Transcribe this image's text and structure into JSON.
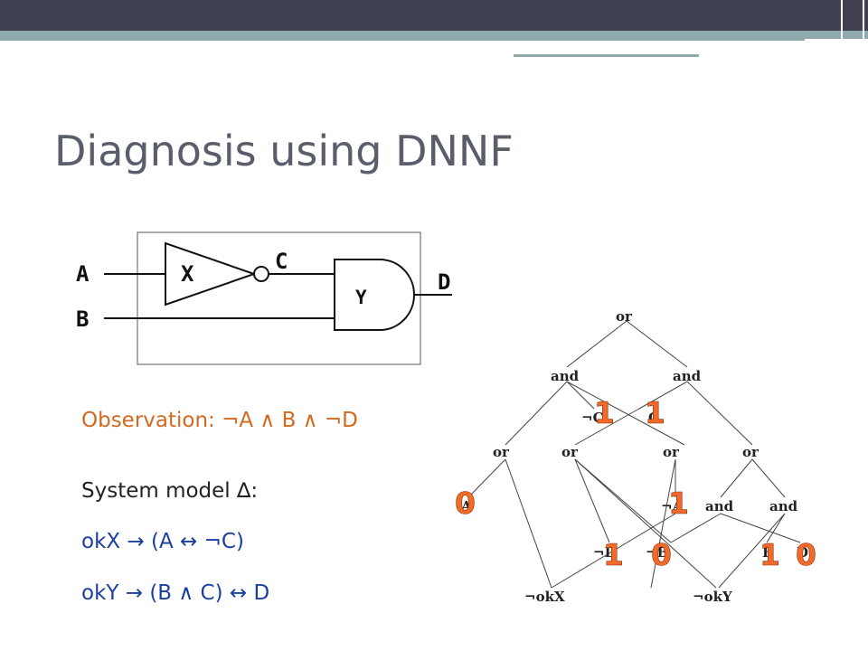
{
  "slide": {
    "title": "Diagnosis using DNNF",
    "observation": "Observation: ¬A ∧ B ∧ ¬D",
    "model_heading": "System model ∆:",
    "model_lines": [
      "okX → (A ↔ ¬C)",
      "okY → (B ∧ C) ↔ D"
    ]
  },
  "circuit": {
    "inputs": [
      "A",
      "B"
    ],
    "gates": [
      "X",
      "Y"
    ],
    "wire_label": "C",
    "output": "D"
  },
  "dnnf": {
    "nodes": {
      "root": "or",
      "and_left": "and",
      "and_right": "and",
      "lit_notC": "¬C",
      "lit_C": "C",
      "or1": "or",
      "or2": "or",
      "or3": "or",
      "or4": "or",
      "lit_A": "A",
      "lit_notA": "¬A",
      "and_low1": "and",
      "and_low2": "and",
      "lit_notD": "¬D",
      "lit_notB": "¬B",
      "lit_B": "B",
      "lit_D": "D",
      "lit_notokX": "¬okX",
      "lit_notokY": "¬okY"
    },
    "values": {
      "notC": "1",
      "C": "1",
      "A": "0",
      "notA": "1",
      "notD": "1",
      "notB": "0",
      "B": "1",
      "D": "0"
    }
  },
  "colors": {
    "header": "#3f4150",
    "stripe": "#8fa9ad",
    "title": "#5a5e6b",
    "observation": "#d2691e",
    "formula": "#1a3fa0",
    "value_digit": "#f26a2a"
  }
}
